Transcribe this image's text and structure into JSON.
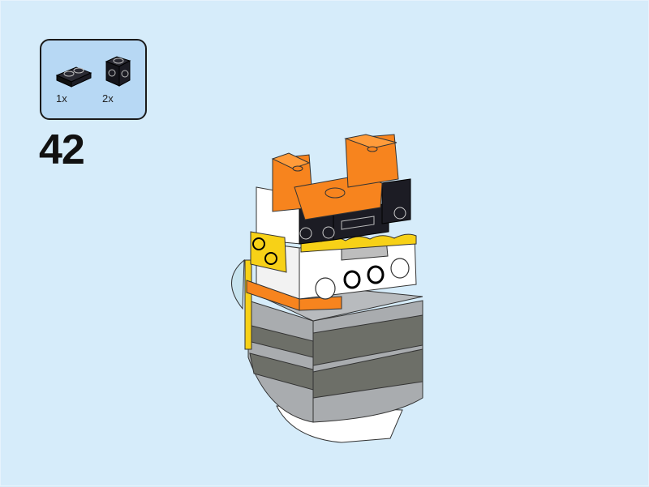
{
  "instruction_page": {
    "step_number": "42",
    "parts_callout": {
      "parts": [
        {
          "name": "plate-1x2",
          "color": "black",
          "quantity": "1x"
        },
        {
          "name": "brick-1x1-studs-on-sides",
          "color": "black",
          "quantity": "2x"
        }
      ]
    },
    "colors": {
      "background": "#d6ecfa",
      "callout_background": "#b7d8f4",
      "orange": "#f7841e",
      "black": "#1c1c24",
      "white": "#ffffff",
      "yellow": "#f7d117",
      "light_gray": "#a9acaf",
      "dark_gray": "#6d6f68"
    }
  }
}
